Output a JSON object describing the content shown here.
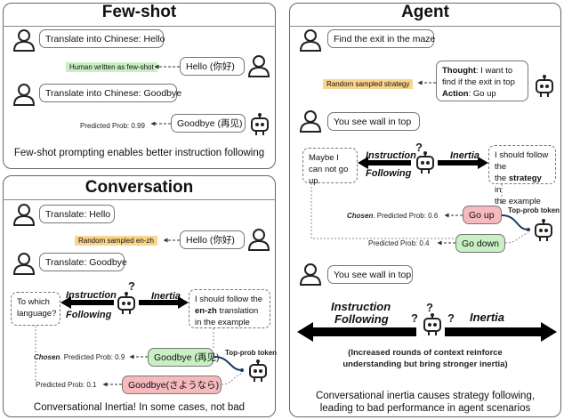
{
  "few_shot": {
    "title": "Few-shot",
    "msg1": "Translate into Chinese: Hello",
    "tag_human": "Human written as few-shot",
    "reply1": "Hello (你好)",
    "msg2": "Translate into Chinese: Goodbye",
    "prob_label": "Predicted Prob: 0.99",
    "reply2": "Goodbye (再见)",
    "caption": "Few-shot prompting enables better instruction following"
  },
  "conversation": {
    "title": "Conversation",
    "msg1": "Translate: Hello",
    "tag_random": "Random sampled en-zh",
    "reply1": "Hello (你好)",
    "msg2": "Translate: Goodbye",
    "left_thought": "To which language?",
    "instruction": "Instruction",
    "following": "Following",
    "inertia": "Inertia",
    "q": "?",
    "right_pre": "I should follow the",
    "right_bold": "en-zh",
    "right_post1": "translation",
    "right_post2": "in the example",
    "chosen": "Chosen",
    "chosen_rest": ". Predicted Prob: 0.9",
    "out1": "Goodbye (再见)",
    "top_prob": "Top-prob token",
    "prob2": "Predicted Prob: 0.1",
    "out2": "Goodbye(さようなら)",
    "caption": "Conversational Inertia! In some cases, not bad"
  },
  "agent": {
    "title": "Agent",
    "msg1": "Find the exit in the maze",
    "tag_random": "Random sampled strategy",
    "thought_label": "Thought",
    "thought_text1": ": I want to",
    "thought_text2": "find if the exit in top",
    "action_label": "Action",
    "action_text": ": Go up",
    "msg2": "You see wall in top",
    "left_thought": "Maybe I can not go up",
    "instruction": "Instruction",
    "following": "Following",
    "inertia": "Inertia",
    "q": "?",
    "right_pre": "I should follow the",
    "right_bold": "strategy",
    "right_post1": "in",
    "right_post2": "the example",
    "chosen": "Chosen",
    "chosen_rest": ". Predicted Prob: 0.6",
    "out1": "Go up",
    "top_prob": "Top-prob token",
    "prob2": "Predicted Prob: 0.4",
    "out2": "Go down",
    "msg3": "You see wall in top",
    "big_left1": "Instruction",
    "big_left2": "Following",
    "big_right": "Inertia",
    "note1": "(Increased rounds of context reinforce",
    "note2": "understanding but bring stronger inertia)",
    "caption1": "Conversational inertia causes strategy following,",
    "caption2": "leading to bad performance in agent scenarios"
  },
  "colors": {
    "human_tag": "#c9efc4",
    "random_tag": "#f9d58d",
    "wrong_output": "#f6b9bd",
    "right_output": "#c9efc4"
  },
  "icons": [
    "person-icon",
    "robot-icon"
  ]
}
